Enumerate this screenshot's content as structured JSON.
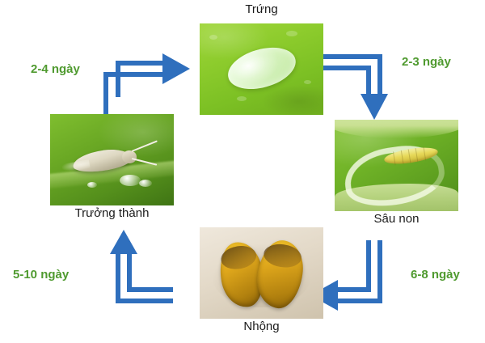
{
  "diagram": {
    "title_text": "",
    "accent_color": "#4f9a2f",
    "arrow_color": "#2f6fbd",
    "stages": [
      {
        "id": "egg",
        "label": "Trứng",
        "label_position": "top",
        "image_name": "egg-photo"
      },
      {
        "id": "larva",
        "label": "Sâu non",
        "label_position": "bottom",
        "image_name": "larva-photo"
      },
      {
        "id": "pupa",
        "label": "Nhộng",
        "label_position": "bottom",
        "image_name": "pupa-photo"
      },
      {
        "id": "adult",
        "label": "Trưởng thành",
        "label_position": "bottom",
        "image_name": "adult-photo"
      }
    ],
    "transitions": [
      {
        "id": "egg-to-larva",
        "duration": "2-3 ngày",
        "from": "egg",
        "to": "larva"
      },
      {
        "id": "larva-to-pupa",
        "duration": "6-8 ngày",
        "from": "larva",
        "to": "pupa"
      },
      {
        "id": "pupa-to-adult",
        "duration": "5-10 ngày",
        "from": "pupa",
        "to": "adult"
      },
      {
        "id": "adult-to-egg",
        "duration": "2-4 ngày",
        "from": "adult",
        "to": "egg"
      }
    ]
  }
}
